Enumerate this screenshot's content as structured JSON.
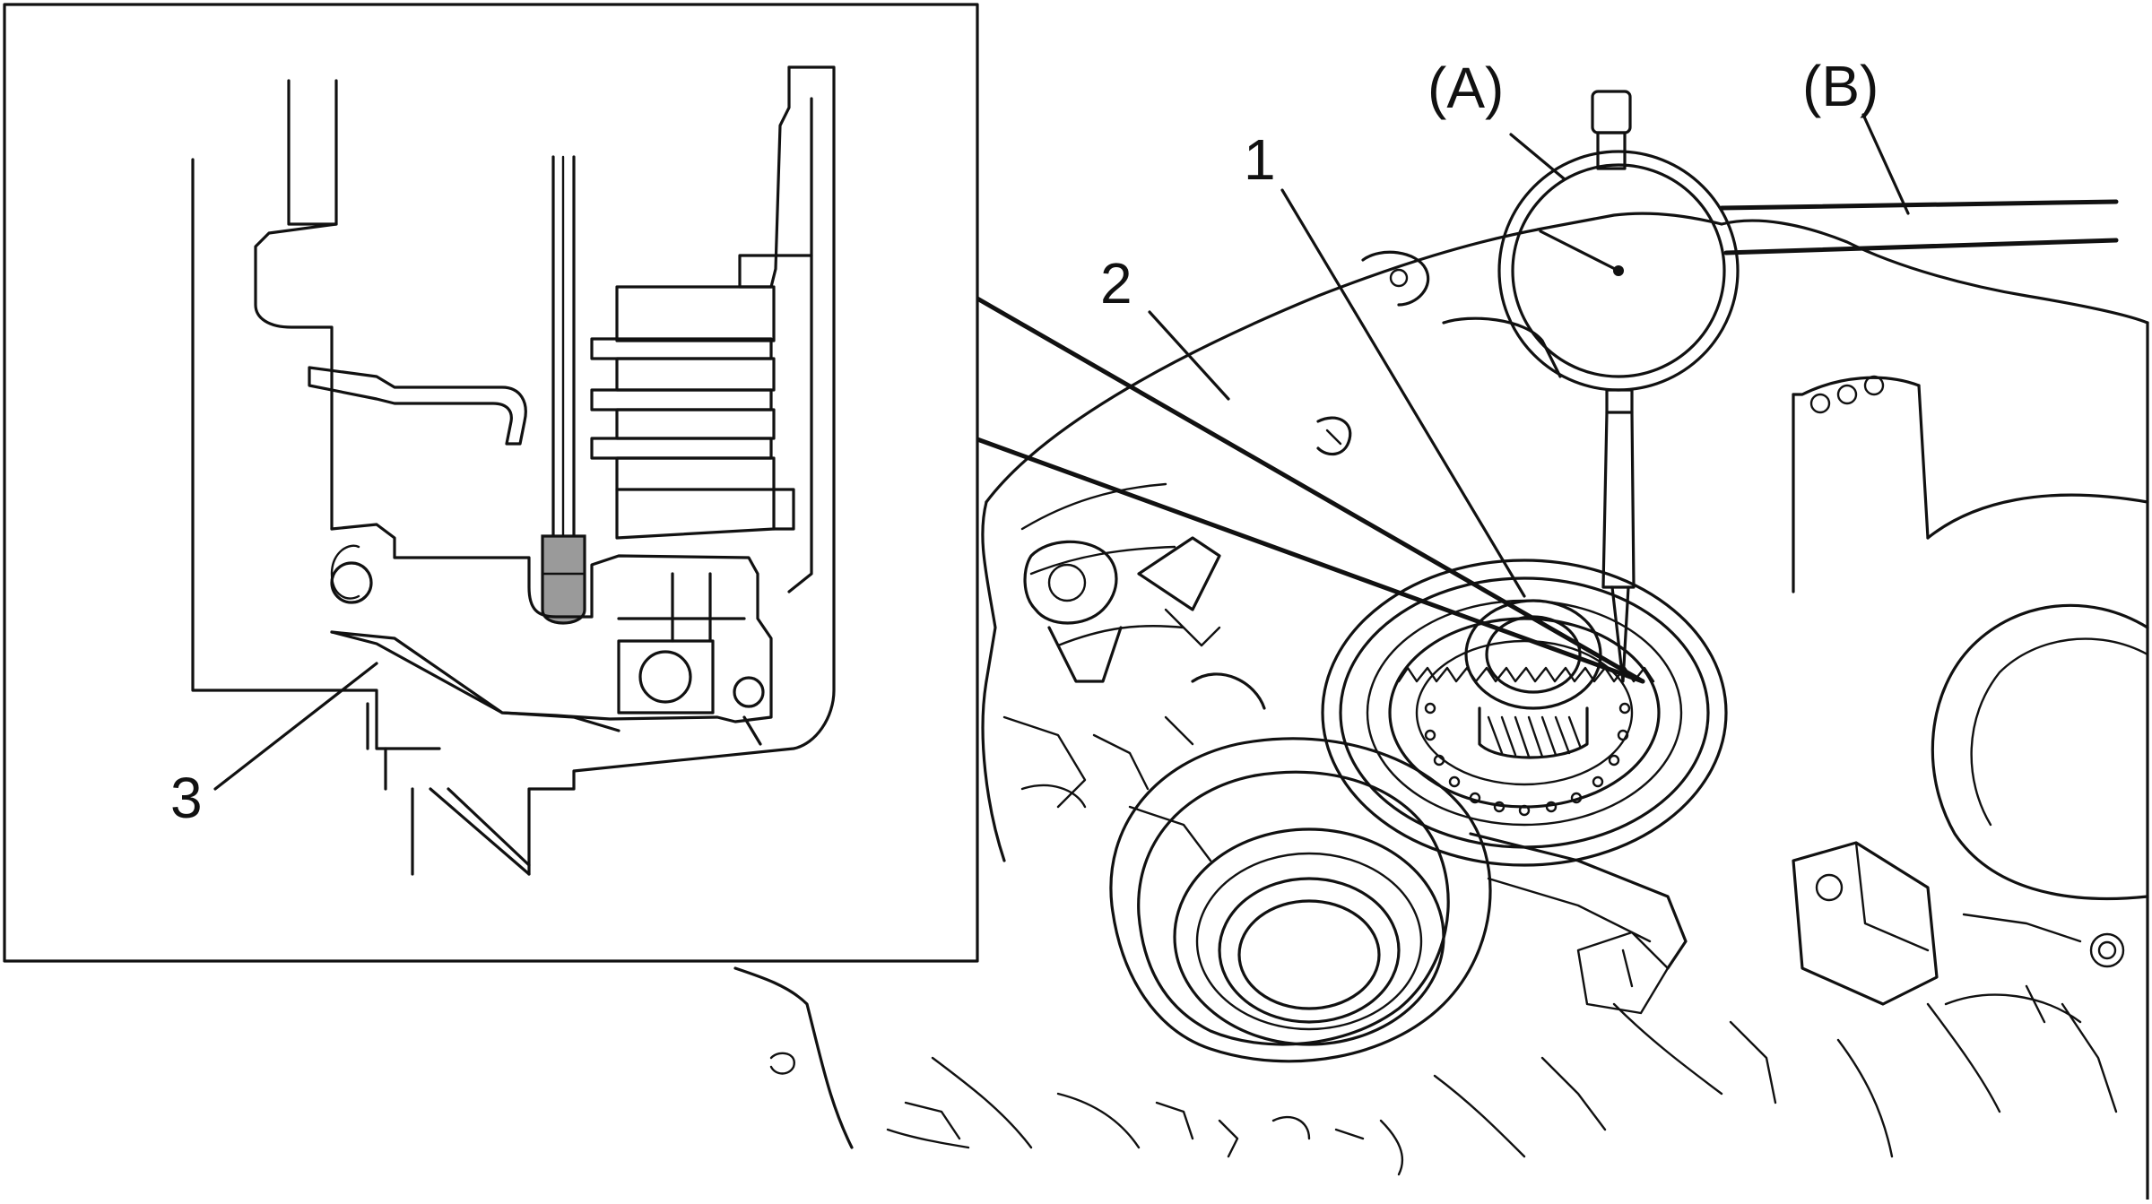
{
  "labels": {
    "dial_gauge": "(A)",
    "gauge_holder": "(B)",
    "callout_1": "1",
    "callout_2": "2",
    "callout_3": "3"
  },
  "colors": {
    "line": "#111111",
    "background": "#ffffff",
    "probe_tip": "#9a9a9a"
  }
}
